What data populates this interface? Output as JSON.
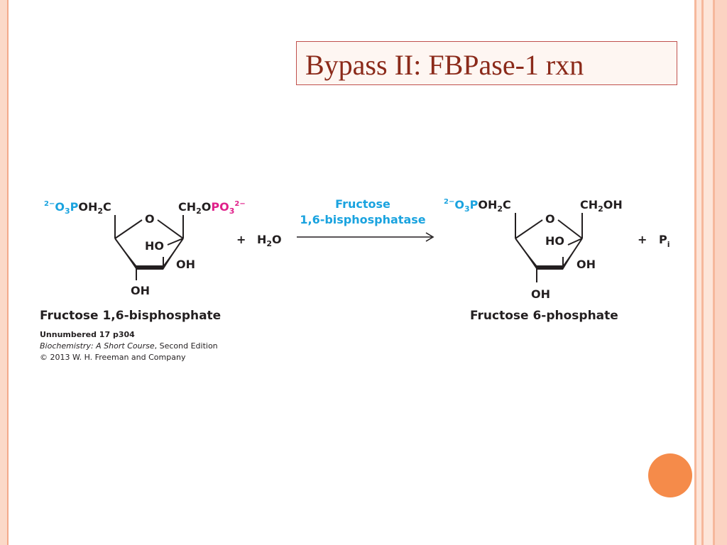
{
  "slide": {
    "title": "Bypass II: FBPase-1 rxn",
    "colors": {
      "accent": "#c0504d",
      "title_text": "#8b2a1a",
      "circle": "#f58b4a",
      "phosphate_blue": "#1aa3df",
      "phosphate_magenta": "#e0208a"
    }
  },
  "reaction": {
    "substrate": {
      "name": "Fructose 1,6-bisphosphate",
      "left_group": {
        "charge": "2−",
        "o3": "O",
        "o3_sub": "3",
        "p": "P",
        "rest": "OH",
        "rest_sub": "2",
        "tail": "C"
      },
      "right_group": {
        "ch": "CH",
        "ch_sub": "2",
        "o": "O",
        "po": "PO",
        "po_sub": "3",
        "charge": "2−"
      },
      "ring_o": "O",
      "ho": "HO",
      "oh_right": "OH",
      "oh_bottom": "OH"
    },
    "plus1": "+",
    "water": {
      "h": "H",
      "sub": "2",
      "o": "O"
    },
    "enzyme_line1": "Fructose",
    "enzyme_line2": "1,6-bisphosphatase",
    "product": {
      "name": "Fructose 6-phosphate",
      "left_group": {
        "charge": "2−",
        "o3": "O",
        "o3_sub": "3",
        "p": "P",
        "rest": "OH",
        "rest_sub": "2",
        "tail": "C"
      },
      "right_group": {
        "ch": "CH",
        "ch_sub": "2",
        "oh": "OH"
      },
      "ring_o": "O",
      "ho": "HO",
      "oh_right": "OH",
      "oh_bottom": "OH"
    },
    "plus2": "+",
    "pi": {
      "p": "P",
      "sub": "i"
    }
  },
  "credit": {
    "line1": "Unnumbered 17 p304",
    "line2_italic": "Biochemistry: A Short Course",
    "line2_rest": ", Second Edition",
    "line3": "© 2013 W. H. Freeman and Company"
  }
}
